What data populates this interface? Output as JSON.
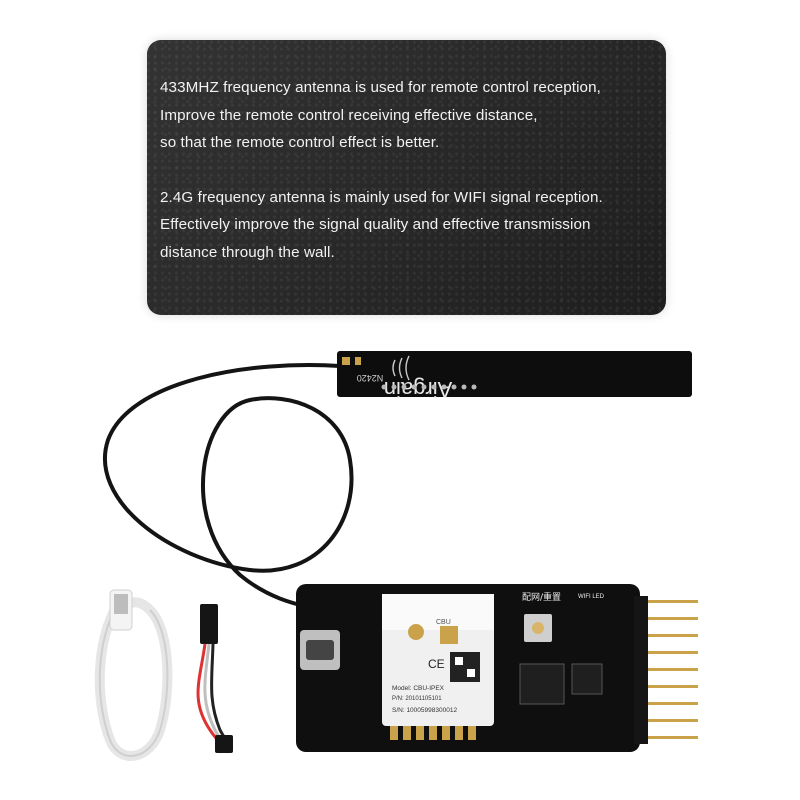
{
  "caption": {
    "paragraph_1": [
      "433MHZ frequency antenna is used for remote control reception,",
      "Improve the remote control receiving effective distance,",
      "so that the remote control effect is better."
    ],
    "paragraph_2": [
      "2.4G frequency antenna is mainly used for WIFI signal reception.",
      "Effectively improve the signal quality and effective transmission",
      "distance through the wall."
    ]
  },
  "antenna": {
    "brand": "Airgain",
    "model": "N2420"
  },
  "module": {
    "model": "Model: CBU-IPEX",
    "pin": "P/N: 20101105101",
    "sn": "S/N: 10005998300012",
    "chip_label": "CBU",
    "ce_mark": "CE",
    "button_label": "配网/重置",
    "led_label": "WIFI LED"
  },
  "colors": {
    "card": "#2a2a2a",
    "board": "#111111",
    "pins": "#c9a24a"
  }
}
